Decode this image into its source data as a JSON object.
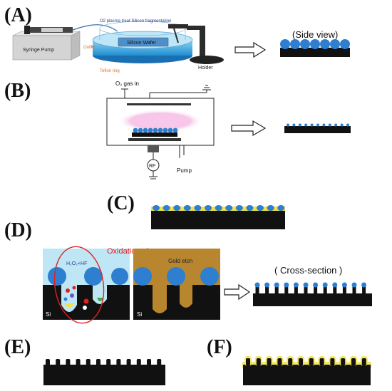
{
  "panels": {
    "a": {
      "label": "(A)",
      "syringe_pump": "Syringe Pump",
      "bath_title": "O2 plasma treat Silicon fragmentation",
      "wafer": "Silicon Wafer",
      "outlet": "Outlet",
      "teflon": "Teflon ring",
      "holder": "Holder",
      "side_view": "(Side view)"
    },
    "b": {
      "label": "(B)",
      "gas_in": "O₂ gas in",
      "rf": "RF",
      "pump": "Pump"
    },
    "c": {
      "label": "(C)"
    },
    "d": {
      "label": "(D)",
      "oxidation": "Oxidation phenomenon",
      "etchant": "H₂O₂+HF",
      "gold_etch": "Gold etch",
      "si_left": "Si",
      "si_right": "Si",
      "cross_section": "( Cross-section )"
    },
    "e": {
      "label": "(E)"
    },
    "f": {
      "label": "(F)"
    }
  },
  "colors": {
    "sphere": "#2e7fd0",
    "substrate": "#111111",
    "plasma": "#f7c6e8",
    "gold": "#b8862e",
    "liquid": "#bfe6f5",
    "yellow": "#f1e24a",
    "red": "#e02020"
  }
}
